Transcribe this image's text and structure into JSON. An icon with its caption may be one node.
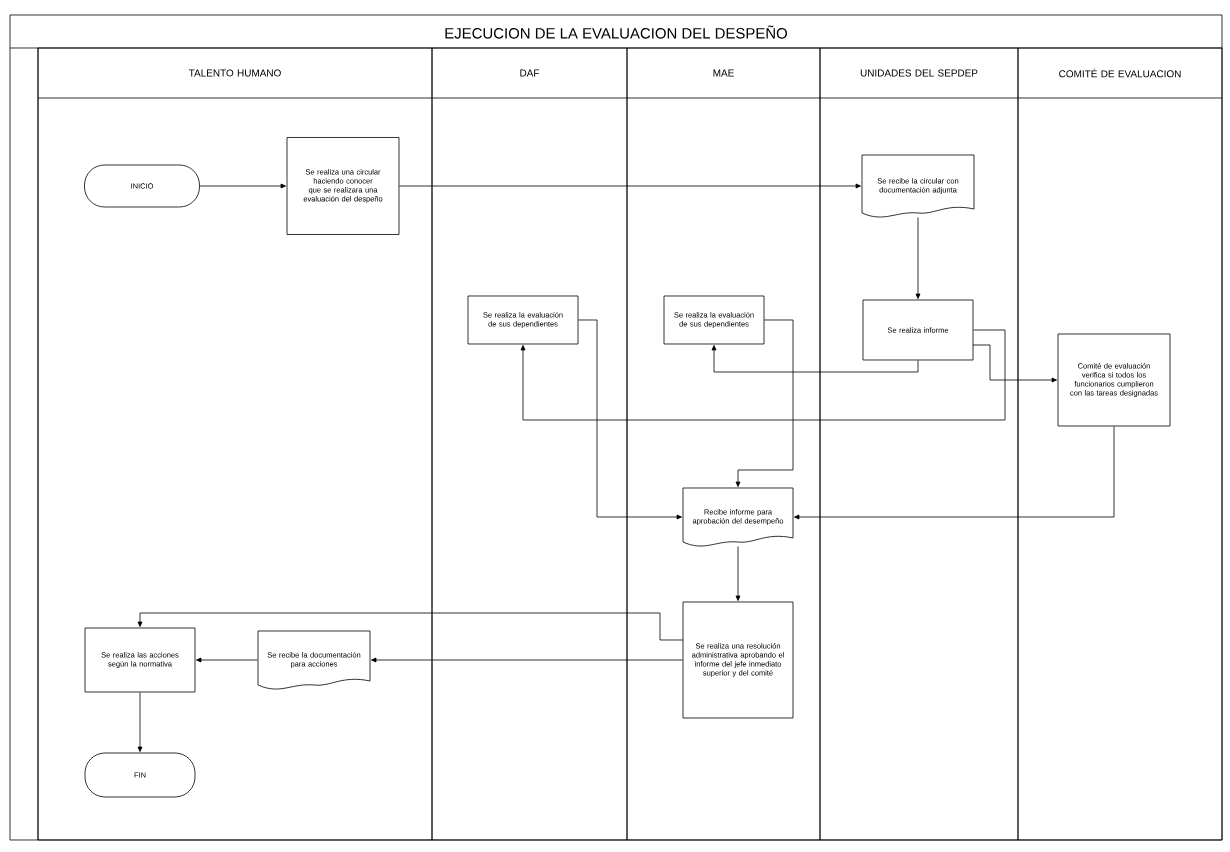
{
  "diagram": {
    "title": "EJECUCION DE LA EVALUACION DEL DESPEÑO",
    "nodes": [
      {
        "text": [
          "TALENTO HUMANO"
        ]
      },
      {
        "text": [
          "DAF"
        ]
      },
      {
        "text": [
          "MAE"
        ]
      },
      {
        "text": [
          "UNIDADES DEL SEPDEP"
        ]
      },
      {
        "text": [
          "COMITÉ DE EVALUACION"
        ]
      },
      {
        "text": [
          "INICIO"
        ],
        "in": 0
      },
      {
        "text": [
          "Se realiza una circular haciendo conocer que se realizara una evaluación del despeño"
        ],
        "in": 0
      },
      {
        "text": [
          "Se recibe la circular con documentación adjunta"
        ],
        "in": 3
      },
      {
        "text": [
          "Se realiza la evaluación de sus dependientes"
        ],
        "in": 1
      },
      {
        "text": [
          "Se realiza la evaluación de sus dependientes"
        ],
        "in": 2
      },
      {
        "text": [
          "Se realiza informe"
        ],
        "in": 3
      },
      {
        "text": [
          "Comité de evaluación verifica si todos los funcionarios cumplieron con las tareas designadas"
        ],
        "in": 4
      },
      {
        "text": [
          "Recibe informe para aprobación del desempeño"
        ],
        "in": 2
      },
      {
        "text": [
          "Se realiza una resolución administrativa aprobando el informe del jefe inmediato superior y del comité"
        ],
        "in": 2
      },
      {
        "text": [
          "Se recibe la documentación para acciones"
        ],
        "in": 0
      },
      {
        "text": [
          "Se realiza las acciones según la normativa"
        ],
        "in": 0
      },
      {
        "text": [
          "FIN"
        ],
        "in": 0
      }
    ],
    "edges": [
      {
        "from": 5,
        "to": 6,
        "arrow": "to"
      },
      {
        "from": 6,
        "to": 7,
        "arrow": "to"
      },
      {
        "from": 7,
        "to": 10,
        "arrow": "to"
      },
      {
        "from": 10,
        "to": 9,
        "arrow": "to"
      },
      {
        "from": 10,
        "to": 8,
        "arrow": "to"
      },
      {
        "from": 10,
        "to": 11,
        "arrow": "to"
      },
      {
        "from": 8,
        "to": 12,
        "arrow": "to"
      },
      {
        "from": 9,
        "to": 12,
        "arrow": "to"
      },
      {
        "from": 11,
        "to": 12,
        "arrow": "to"
      },
      {
        "from": 12,
        "to": 13,
        "arrow": "to"
      },
      {
        "from": 13,
        "to": 14,
        "arrow": "to"
      },
      {
        "from": 13,
        "to": 15,
        "arrow": "to"
      },
      {
        "from": 14,
        "to": 15,
        "arrow": "to"
      },
      {
        "from": 15,
        "to": 16,
        "arrow": "to"
      }
    ]
  }
}
